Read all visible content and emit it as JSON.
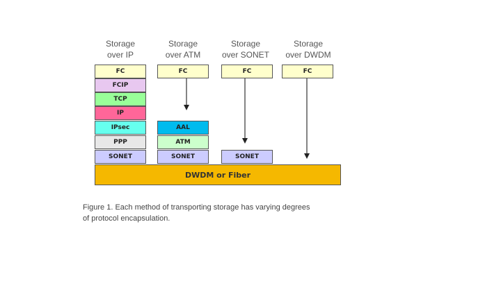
{
  "columns": [
    {
      "title_lines": [
        "Storage",
        "over IP"
      ],
      "layers": [
        "FC",
        "FCIP",
        "TCP",
        "IP",
        "IPsec",
        "PPP",
        "SONET"
      ],
      "layer_colors": [
        "#ffffcc",
        "#e8c8f0",
        "#99ff99",
        "#ff6699",
        "#66ffee",
        "#e8e8e8",
        "#ccccff"
      ]
    },
    {
      "title_lines": [
        "Storage",
        "over ATM"
      ],
      "layers": [
        "FC",
        "AAL",
        "ATM",
        "SONET"
      ],
      "layer_colors": [
        "#ffffcc",
        "#00bbee",
        "#ccffcc",
        "#ccccff"
      ]
    },
    {
      "title_lines": [
        "Storage",
        "over SONET"
      ],
      "layers": [
        "FC",
        "SONET"
      ],
      "layer_colors": [
        "#ffffcc",
        "#ccccff"
      ]
    },
    {
      "title_lines": [
        "Storage",
        "over DWDM"
      ],
      "layers": [
        "FC"
      ],
      "layer_colors": [
        "#ffffcc"
      ]
    }
  ],
  "base": {
    "label": "DWDM or Fiber",
    "color": "#f5b800"
  },
  "caption": {
    "line1": "Figure 1. Each method of transporting storage has varying degrees",
    "line2": "of protocol encapsulation."
  }
}
